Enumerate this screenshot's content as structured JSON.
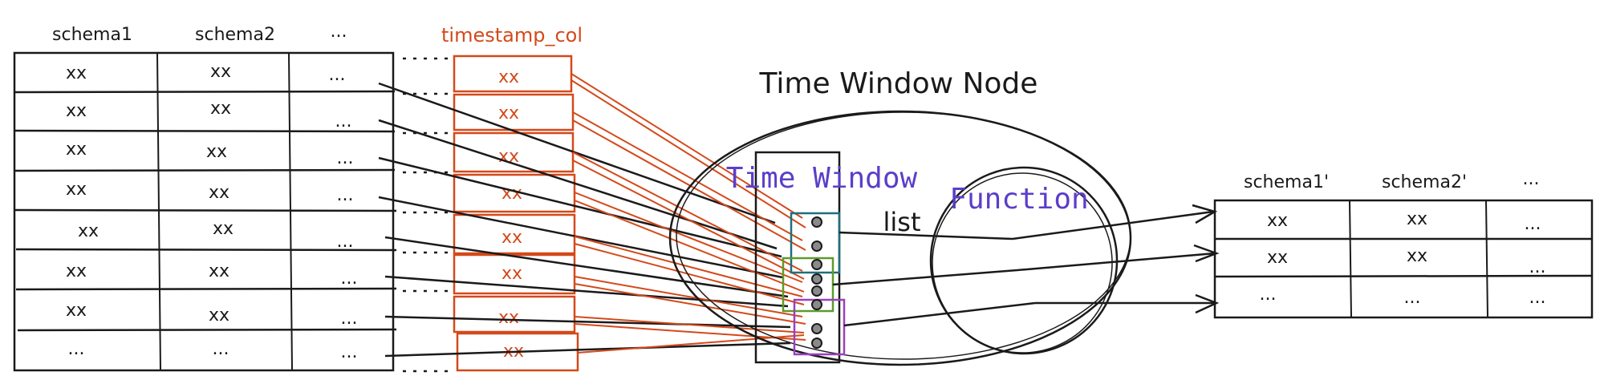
{
  "colors": {
    "ink": "#1a1a1a",
    "timestamp": "#d4491a",
    "label_purple": "#5b3ec9",
    "group_teal": "#1f6f7a",
    "group_green": "#5f9a2a",
    "group_purple": "#9b3fc0",
    "node_fill": "#8a8a8a"
  },
  "input_table": {
    "headers": [
      "schema1",
      "schema2",
      "..."
    ],
    "rows": [
      [
        "xx",
        "xx",
        "..."
      ],
      [
        "xx",
        "xx",
        "..."
      ],
      [
        "xx",
        "xx",
        "..."
      ],
      [
        "xx",
        "xx",
        "..."
      ],
      [
        "xx",
        "xx",
        "..."
      ],
      [
        "xx",
        "xx",
        "..."
      ],
      [
        "xx",
        "xx",
        "..."
      ],
      [
        "...",
        "...",
        "..."
      ]
    ]
  },
  "timestamp_column": {
    "header": "timestamp_col",
    "cells": [
      "xx",
      "xx",
      "xx",
      "xx",
      "xx",
      "xx",
      "xx",
      "xx"
    ]
  },
  "node": {
    "title": "Time Window Node",
    "window_label": "Time Window",
    "list_label": "list",
    "function_label": "Function"
  },
  "output_table": {
    "headers": [
      "schema1'",
      "schema2'",
      "..."
    ],
    "rows": [
      [
        "xx",
        "xx",
        "..."
      ],
      [
        "xx",
        "xx",
        "..."
      ],
      [
        "...",
        "...",
        "..."
      ]
    ]
  }
}
